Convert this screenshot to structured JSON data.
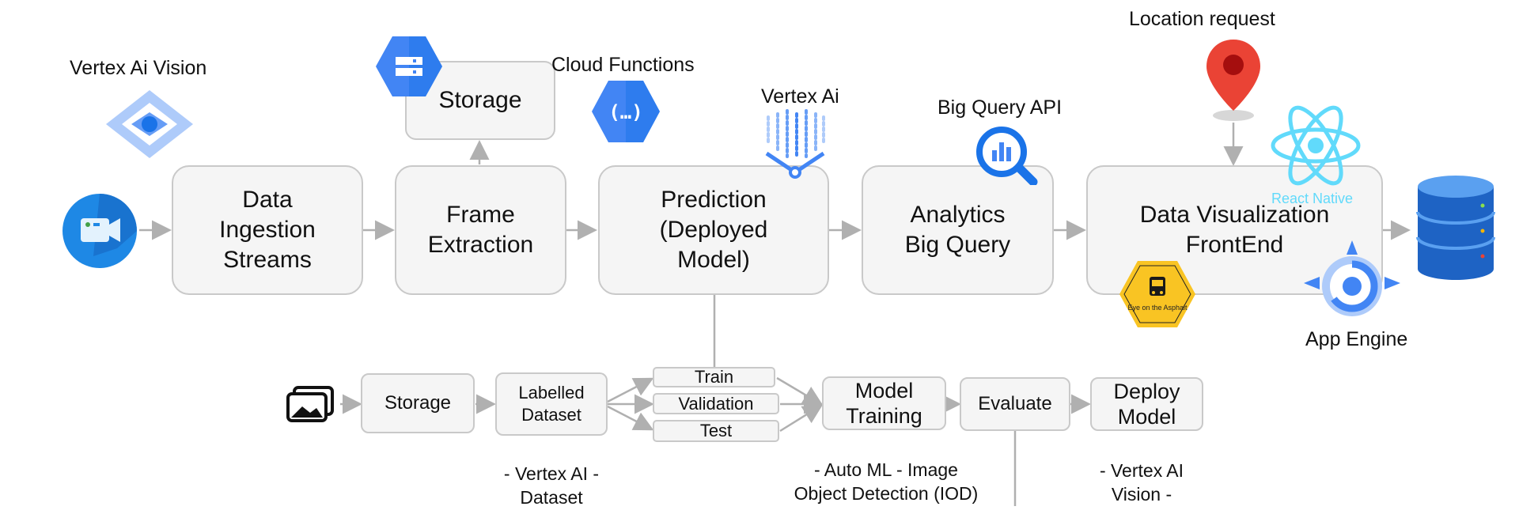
{
  "colors": {
    "box_fill": "#f5f5f5",
    "box_border": "#c9c9c9",
    "arrow": "#b0b0b0",
    "gcp_blue": "#4285f4",
    "gcp_dark_blue": "#1a73e8",
    "react_cyan": "#61dafb",
    "map_red": "#ea4335",
    "badge_yellow": "#f9c423"
  },
  "pipeline": {
    "ingestion": "Data\nIngestion\nStreams",
    "frame": "Frame\nExtraction",
    "storage": "Storage",
    "prediction": "Prediction\n(Deployed\nModel)",
    "analytics": "Analytics\nBig Query",
    "frontend": "Data Visualization\nFrontEnd"
  },
  "labels": {
    "vertex_vision": "Vertex Ai Vision",
    "cloud_functions": "Cloud Functions",
    "vertex_ai": "Vertex Ai",
    "bigquery_api": "Big Query API",
    "location_request": "Location request",
    "react_native": "React Native",
    "app_engine": "App Engine",
    "eye_badge": "Eye on the Asphalt"
  },
  "training": {
    "storage": "Storage",
    "labelled": "Labelled\nDataset",
    "train": "Train",
    "validation": "Validation",
    "test": "Test",
    "model_training": "Model\nTraining",
    "evaluate": "Evaluate",
    "deploy": "Deploy\nModel"
  },
  "notes": {
    "dataset": "-  Vertex AI -\nDataset",
    "automl": "-  Auto ML - Image\nObject Detection (IOD)",
    "vision": "-  Vertex AI\nVision -"
  },
  "icons": {
    "camera": "video-camera-icon",
    "vertex_vision": "vertex-ai-vision-icon",
    "storage": "cloud-storage-icon",
    "functions": "cloud-functions-icon",
    "vertex": "vertex-ai-icon",
    "bigquery": "bigquery-icon",
    "location": "map-pin-icon",
    "react": "react-icon",
    "app_engine": "app-engine-icon",
    "database": "database-icon",
    "images": "images-icon"
  }
}
